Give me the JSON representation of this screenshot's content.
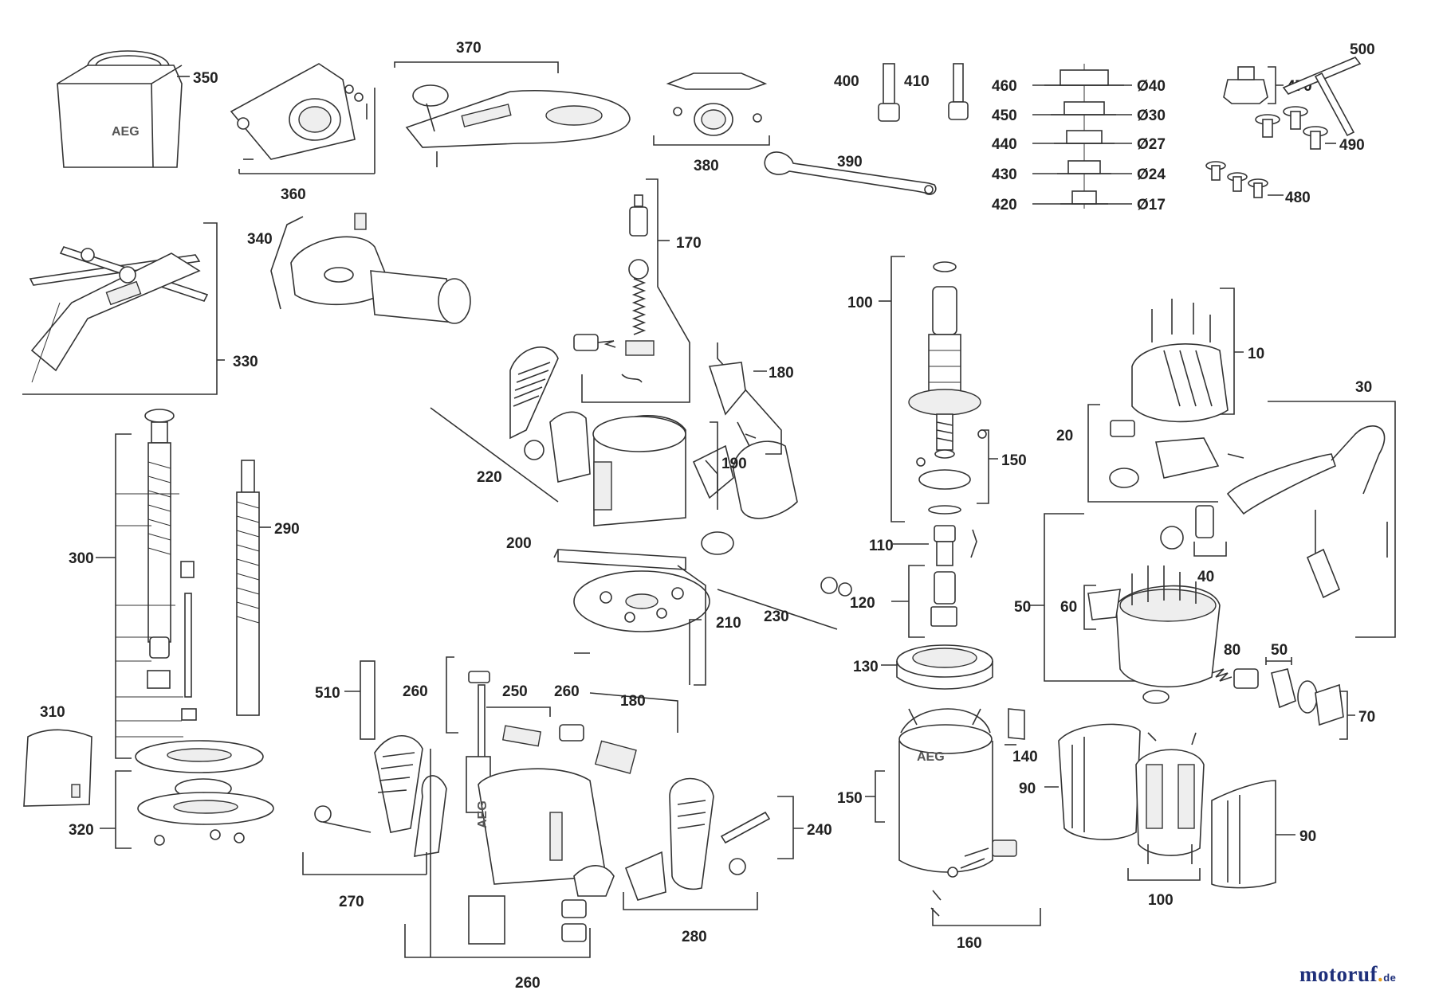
{
  "labels": {
    "l350": "350",
    "l360": "360",
    "l370": "370",
    "l380": "380",
    "l400": "400",
    "l410": "410",
    "l460": "460",
    "l450": "450",
    "l440": "440",
    "l430": "430",
    "l420": "420",
    "d40": "Ø40",
    "d30": "Ø30",
    "d27": "Ø27",
    "d24": "Ø24",
    "d17": "Ø17",
    "l470": "470",
    "l500": "500",
    "l490": "490",
    "l480": "480",
    "l390": "390",
    "l340": "340",
    "l170": "170",
    "l330": "330",
    "l100a": "100",
    "l10": "10",
    "l180a": "180",
    "l30": "30",
    "l150a": "150",
    "l20": "20",
    "l220": "220",
    "l190": "190",
    "l290": "290",
    "l300": "300",
    "l200": "200",
    "l110": "110",
    "l40": "40",
    "l120": "120",
    "l50a": "50",
    "l60": "60",
    "l210": "210",
    "l230": "230",
    "l80": "80",
    "l50b": "50",
    "l130": "130",
    "l70": "70",
    "l310": "310",
    "l510": "510",
    "l260a": "260",
    "l250": "250",
    "l260b": "260",
    "l180b": "180",
    "l140": "140",
    "l90a": "90",
    "l150b": "150",
    "l320": "320",
    "l240": "240",
    "l90b": "90",
    "l270": "270",
    "l280": "280",
    "l100b": "100",
    "l160": "160",
    "l260c": "260"
  },
  "brand_text": "AEG",
  "watermark": {
    "name": "motoruf",
    "dot": ".",
    "tld": "de"
  },
  "colors": {
    "line": "#333333",
    "logo_blue": "#1e2f7a",
    "logo_orange": "#e8a020"
  }
}
